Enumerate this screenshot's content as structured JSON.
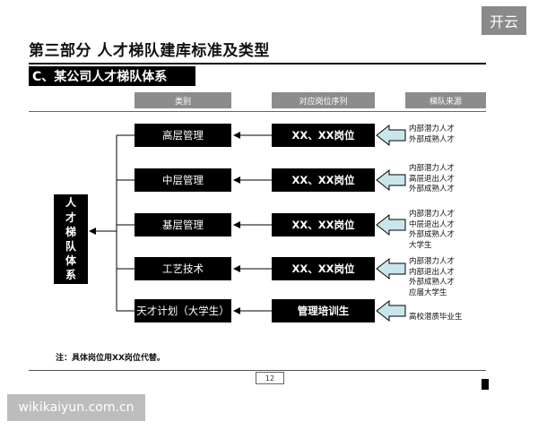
{
  "badge": "开云",
  "title": "第三部分  人才梯队建库标准及类型",
  "subtitle": "C、某公司人才梯队体系",
  "headers": {
    "category": "类别",
    "post_seq": "对应岗位序列",
    "source": "梯队来源"
  },
  "root": [
    "人",
    "才",
    "梯",
    "队",
    "体",
    "系"
  ],
  "rows": [
    {
      "level": "高层管理",
      "post": "XX、XX岗位",
      "sources": [
        "内部潜力人才",
        "外部成熟人才"
      ]
    },
    {
      "level": "中层管理",
      "post": "XX、XX岗位",
      "sources": [
        "内部潜力人才",
        "高层退出人才",
        "外部成熟人才"
      ]
    },
    {
      "level": "基层管理",
      "post": "XX、XX岗位",
      "sources": [
        "内部潜力人才",
        "中层退出人才",
        "外部成熟人才",
        "大学生"
      ]
    },
    {
      "level": "工艺技术",
      "post": "XX、XX岗位",
      "sources": [
        "内部潜力人才",
        "内部退出人才",
        "外部成熟人才",
        "应届大学生"
      ]
    },
    {
      "level": "天才计划（大学生）",
      "post": "管理培训生",
      "sources": [
        "高校潜质毕业生"
      ]
    }
  ],
  "note": "注：具体岗位用XX岗位代替。",
  "page_number": "12",
  "watermark": "wikikaiyun.com.cn"
}
